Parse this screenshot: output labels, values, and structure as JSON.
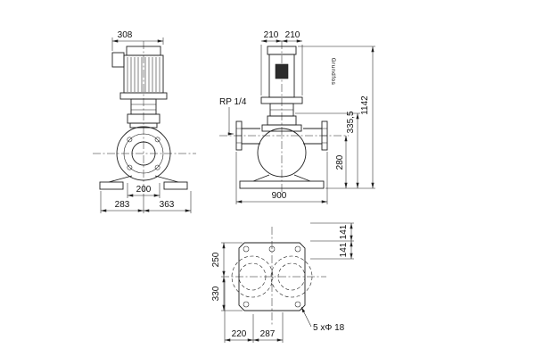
{
  "colors": {
    "line": "#1f1f1f",
    "background": "#ffffff"
  },
  "side_view": {
    "dim_width": "308",
    "dim_port": "200",
    "dim_base_left": "283",
    "dim_base_right": "363"
  },
  "front_view": {
    "dim_half_left": "210",
    "dim_half_right": "210",
    "label_gauge": "RP 1/4",
    "dim_port_height": "280",
    "dim_casing_height": "335,5",
    "dim_total_height": "1142",
    "dim_port_to_port": "900",
    "brand": "Grundfos"
  },
  "plan_view": {
    "dim_upper_half": "250",
    "dim_lower_half": "330",
    "dim_hole_spacing_1": "141",
    "dim_hole_spacing_2": "141",
    "dim_bottom_left": "220",
    "dim_bottom_right": "287",
    "label_holes": "5  xΦ 18"
  }
}
